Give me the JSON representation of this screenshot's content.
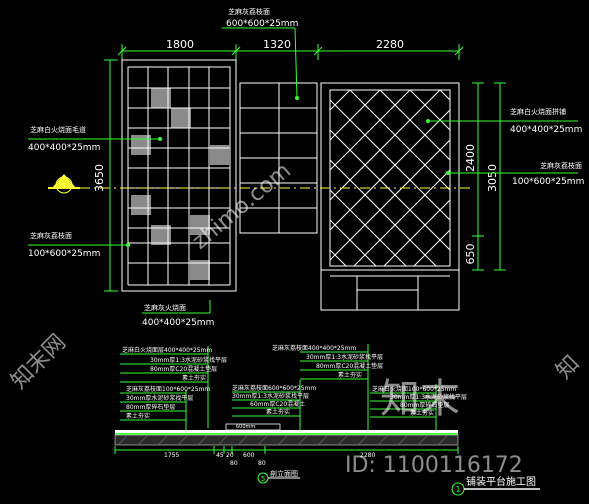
{
  "colors": {
    "background": "#000000",
    "lines": "#ffffff",
    "dimensions": "#33ff33",
    "centerline": "#ffff33",
    "tiles": "#8a8a8a"
  },
  "dimensions_top": {
    "d1": "1800",
    "d2": "1320",
    "d3": "2280"
  },
  "dimensions_side": {
    "left_height": "3650",
    "right_upper": "2400",
    "right_lower": "650",
    "right_total": "3050"
  },
  "callouts": {
    "top_material": "芝麻灰荔枝面",
    "top_spec": "600*600*25mm",
    "left1_material": "芝麻白火烧面毛道",
    "left1_spec": "400*400*25mm",
    "left2_material": "芝麻灰荔枝面",
    "left2_spec": "100*600*25mm",
    "bottom_material": "芝麻灰火烧面",
    "bottom_spec": "400*400*25mm",
    "right1_material": "芝麻白火烧面拼铺",
    "right1_spec": "400*400*25mm",
    "right2_material": "芝麻灰荔枝面",
    "right2_spec": "100*600*25mm"
  },
  "section_marker": {
    "number": "5"
  },
  "section_labels": {
    "s1_line1": "芝麻白火烧面层400*400*25mm",
    "s1_line2": "30mm厚1:3水泥砂浆找平层",
    "s1_line3": "80mm厚C20混凝土垫层",
    "s1_line4": "素土夯实",
    "s2_line1": "芝麻灰荔枝面100*600*25mm",
    "s2_line2": "30mm厚水泥砂浆找平层",
    "s2_line3": "80mm厚碎石垫层",
    "s2_line4": "素土夯实",
    "s3_line1": "芝麻灰荔枝面600*600*25mm",
    "s3_line2": "30mm厚1:3水泥砂浆找平层",
    "s3_line3": "60mm厚C20混凝土",
    "s3_line4": "素土夯实",
    "s4_line1": "芝麻灰荔枝面400*400*25mm",
    "s4_line2": "30mm厚1:3水泥砂浆找平层",
    "s4_line3": "80mm厚C20混凝土垫层",
    "s4_line4": "素土夯实",
    "s5_line1": "芝麻白火烧面100*600*25mm",
    "s5_line2": "30mm厚1:3水泥砂浆找平层",
    "s5_line3": "80mm厚碎石垫层",
    "s5_line4": "素土夯实"
  },
  "section_dims": {
    "a": "1755",
    "b": "45",
    "c": "20",
    "d": "600",
    "e": "2280",
    "f": "80",
    "g": "80",
    "note": "600mm"
  },
  "titles": {
    "section_title": "剖立面图",
    "section_number": "5",
    "plan_title": "铺装平台施工图",
    "plan_number": "1"
  },
  "watermark": {
    "site": "zhimo.com",
    "brand": "知末",
    "id": "ID: 1100116172",
    "corner_left": "知末网",
    "corner_right": "知"
  }
}
